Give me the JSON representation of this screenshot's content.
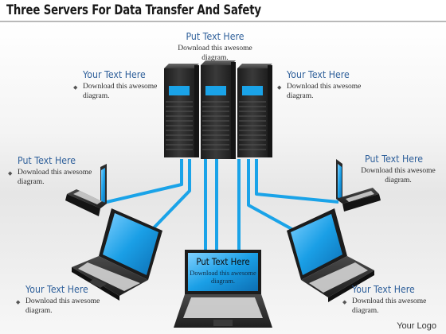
{
  "title": "Three Servers For Data Transfer And Safety",
  "callouts": {
    "top_center": {
      "heading": "Put Text Here",
      "body": "Download this awesome diagram."
    },
    "upper_left": {
      "heading": "Your Text Here",
      "body": "Download this awesome diagram."
    },
    "upper_right": {
      "heading": "Your Text Here",
      "body": "Download this awesome diagram."
    },
    "mid_left": {
      "heading": "Put Text Here",
      "body": "Download this awesome diagram."
    },
    "mid_right": {
      "heading": "Put Text Here",
      "body": "Download this awesome diagram."
    },
    "bottom_left": {
      "heading": "Your Text Here",
      "body": "Download this awesome diagram."
    },
    "bottom_right": {
      "heading": "Your Text Here",
      "body": "Download this awesome diagram."
    }
  },
  "center_screen": {
    "heading": "Put Text Here",
    "body": "Download this awesome diagram."
  },
  "footer": {
    "logo": "Your Logo"
  },
  "colors": {
    "cable": "#1aa3e8",
    "screen": "#1a9fe6",
    "heading": "#2e5f9a",
    "server": "#2c2c2c"
  }
}
